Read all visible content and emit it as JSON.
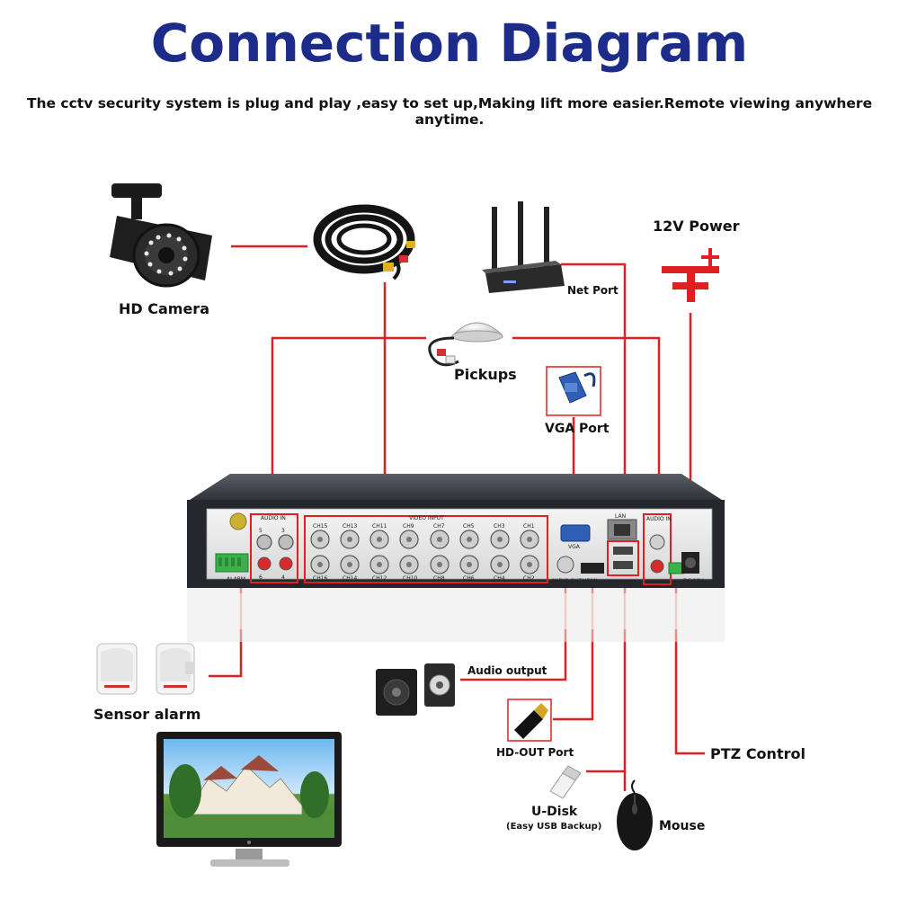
{
  "title": "Connection Diagram",
  "subtitle": "The cctv security system is plug and play ,easy to set up,Making lift more easier.Remote viewing anywhere anytime.",
  "labels": {
    "hd_camera": "HD Camera",
    "net_port": "Net Port",
    "power": "12V Power",
    "pickups": "Pickups",
    "vga_port": "VGA Port",
    "sensor_alarm": "Sensor alarm",
    "audio_output": "Audio output",
    "hd_out_port": "HD-OUT Port",
    "ptz_control": "PTZ Control",
    "u_disk": "U-Disk",
    "u_disk_note": "(Easy USB Backup)",
    "mouse": "Mouse"
  },
  "dvr_panel": {
    "audio_in_left": "AUDIO IN",
    "video_input": "VIDEO INPUT",
    "audio_in_right": "AUDIO IN",
    "alarm": "ALARM",
    "vga": "VGA",
    "audio_out": "AUDIO OUT",
    "hdmi": "HDMI",
    "lan": "LAN",
    "dc": "DC 12V",
    "audio_channels_top": [
      "5",
      "3"
    ],
    "audio_channels_bottom": [
      "6",
      "4"
    ],
    "channels_top": [
      "CH15",
      "CH13",
      "CH11",
      "CH9",
      "CH7",
      "CH5",
      "CH3",
      "CH1"
    ],
    "channels_bottom": [
      "CH16",
      "CH14",
      "CH12",
      "CH10",
      "CH8",
      "CH6",
      "CH4",
      "CH2"
    ]
  },
  "colors": {
    "title": "#1d2b8a",
    "wire": "#e02020",
    "dvr_body": "#2c2f35"
  },
  "icons": [
    "camera-icon",
    "cable-coil-icon",
    "router-icon",
    "power-symbol-icon",
    "microphone-icon",
    "vga-connector-icon",
    "pir-sensor-icon",
    "speaker-icon",
    "hdmi-connector-icon",
    "usb-disk-icon",
    "mouse-icon",
    "monitor-icon"
  ]
}
